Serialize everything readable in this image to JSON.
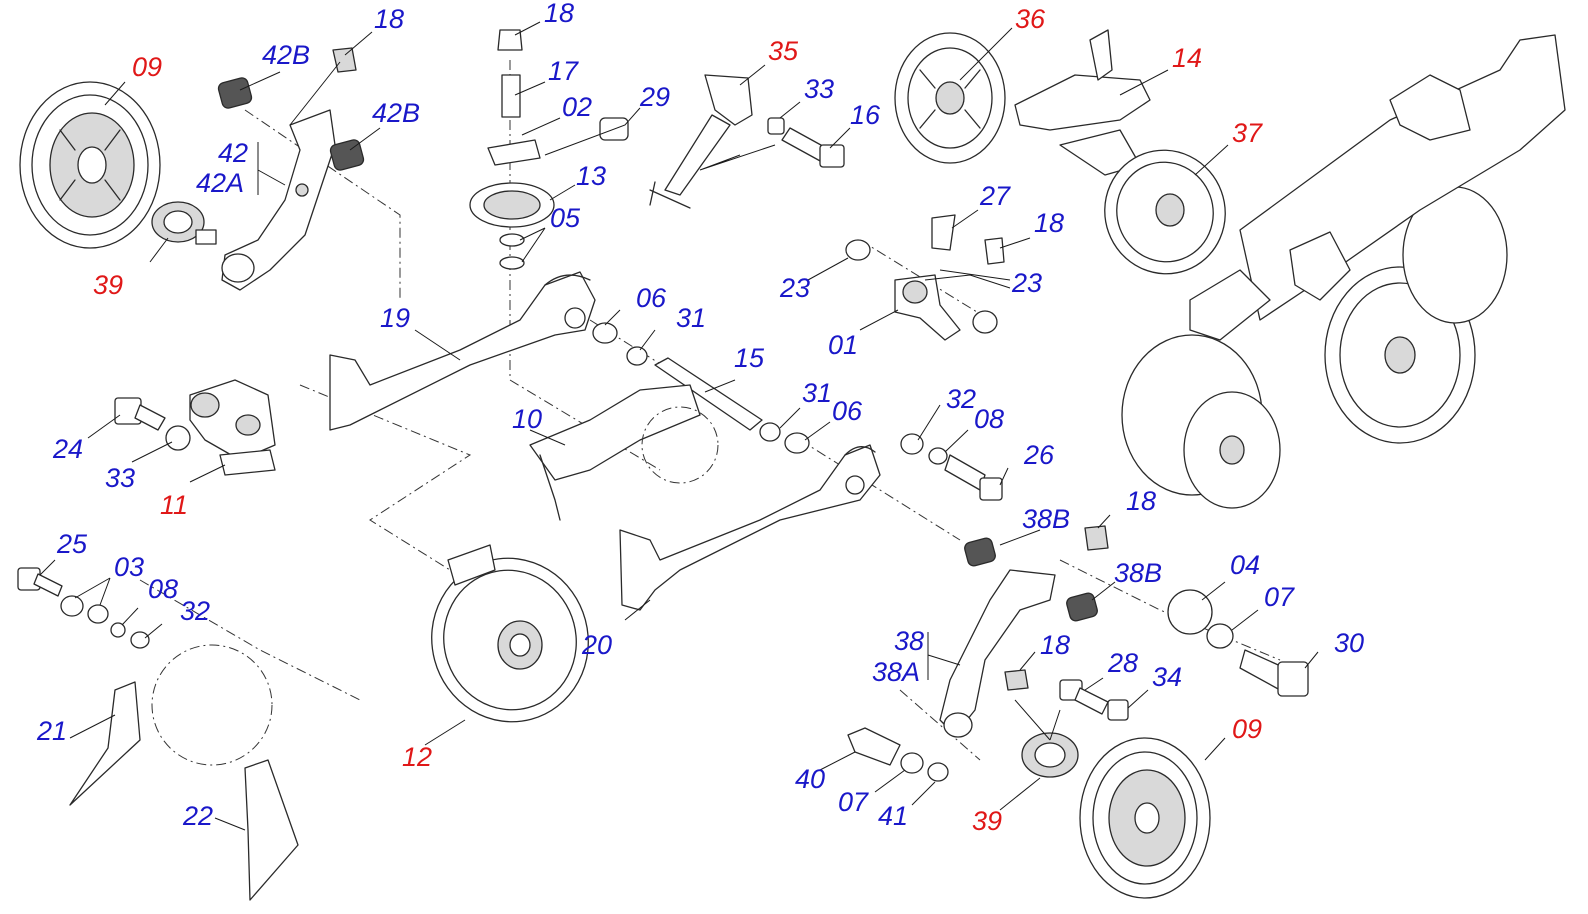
{
  "colors": {
    "standard_label": "#1a18c9",
    "highlight_label": "#e01818",
    "line": "#2a2a2a"
  },
  "callouts": [
    {
      "id": "c-09-top",
      "text": "09",
      "color": "highlight"
    },
    {
      "id": "c-39-top",
      "text": "39",
      "color": "highlight"
    },
    {
      "id": "c-18-a",
      "text": "18",
      "color": "standard"
    },
    {
      "id": "c-42b-a",
      "text": "42B",
      "color": "standard"
    },
    {
      "id": "c-42b-b",
      "text": "42B",
      "color": "standard"
    },
    {
      "id": "c-42",
      "text": "42",
      "color": "standard"
    },
    {
      "id": "c-42a",
      "text": "42A",
      "color": "standard"
    },
    {
      "id": "c-18-b",
      "text": "18",
      "color": "standard"
    },
    {
      "id": "c-17",
      "text": "17",
      "color": "standard"
    },
    {
      "id": "c-02",
      "text": "02",
      "color": "standard"
    },
    {
      "id": "c-29",
      "text": "29",
      "color": "standard"
    },
    {
      "id": "c-13",
      "text": "13",
      "color": "standard"
    },
    {
      "id": "c-05",
      "text": "05",
      "color": "standard"
    },
    {
      "id": "c-35",
      "text": "35",
      "color": "highlight"
    },
    {
      "id": "c-33-a",
      "text": "33",
      "color": "standard"
    },
    {
      "id": "c-16",
      "text": "16",
      "color": "standard"
    },
    {
      "id": "c-36",
      "text": "36",
      "color": "highlight"
    },
    {
      "id": "c-14",
      "text": "14",
      "color": "highlight"
    },
    {
      "id": "c-37",
      "text": "37",
      "color": "highlight"
    },
    {
      "id": "c-27",
      "text": "27",
      "color": "standard"
    },
    {
      "id": "c-18-c",
      "text": "18",
      "color": "standard"
    },
    {
      "id": "c-23-a",
      "text": "23",
      "color": "standard"
    },
    {
      "id": "c-23-b",
      "text": "23",
      "color": "standard"
    },
    {
      "id": "c-01",
      "text": "01",
      "color": "standard"
    },
    {
      "id": "c-19",
      "text": "19",
      "color": "standard"
    },
    {
      "id": "c-06-a",
      "text": "06",
      "color": "standard"
    },
    {
      "id": "c-31-a",
      "text": "31",
      "color": "standard"
    },
    {
      "id": "c-15",
      "text": "15",
      "color": "standard"
    },
    {
      "id": "c-24",
      "text": "24",
      "color": "standard"
    },
    {
      "id": "c-33-b",
      "text": "33",
      "color": "standard"
    },
    {
      "id": "c-11",
      "text": "11",
      "color": "highlight"
    },
    {
      "id": "c-10",
      "text": "10",
      "color": "standard"
    },
    {
      "id": "c-31-b",
      "text": "31",
      "color": "standard"
    },
    {
      "id": "c-06-b",
      "text": "06",
      "color": "standard"
    },
    {
      "id": "c-32-a",
      "text": "32",
      "color": "standard"
    },
    {
      "id": "c-08-a",
      "text": "08",
      "color": "standard"
    },
    {
      "id": "c-26",
      "text": "26",
      "color": "standard"
    },
    {
      "id": "c-38b-a",
      "text": "38B",
      "color": "standard"
    },
    {
      "id": "c-18-d",
      "text": "18",
      "color": "standard"
    },
    {
      "id": "c-38b-b",
      "text": "38B",
      "color": "standard"
    },
    {
      "id": "c-04",
      "text": "04",
      "color": "standard"
    },
    {
      "id": "c-07-a",
      "text": "07",
      "color": "standard"
    },
    {
      "id": "c-30",
      "text": "30",
      "color": "standard"
    },
    {
      "id": "c-25",
      "text": "25",
      "color": "standard"
    },
    {
      "id": "c-03",
      "text": "03",
      "color": "standard"
    },
    {
      "id": "c-08-b",
      "text": "08",
      "color": "standard"
    },
    {
      "id": "c-32-b",
      "text": "32",
      "color": "standard"
    },
    {
      "id": "c-20",
      "text": "20",
      "color": "standard"
    },
    {
      "id": "c-38",
      "text": "38",
      "color": "standard"
    },
    {
      "id": "c-38a",
      "text": "38A",
      "color": "standard"
    },
    {
      "id": "c-18-e",
      "text": "18",
      "color": "standard"
    },
    {
      "id": "c-28",
      "text": "28",
      "color": "standard"
    },
    {
      "id": "c-34",
      "text": "34",
      "color": "standard"
    },
    {
      "id": "c-09-bottom",
      "text": "09",
      "color": "highlight"
    },
    {
      "id": "c-21",
      "text": "21",
      "color": "standard"
    },
    {
      "id": "c-12",
      "text": "12",
      "color": "highlight"
    },
    {
      "id": "c-40",
      "text": "40",
      "color": "standard"
    },
    {
      "id": "c-07-b",
      "text": "07",
      "color": "standard"
    },
    {
      "id": "c-41",
      "text": "41",
      "color": "standard"
    },
    {
      "id": "c-39-bottom",
      "text": "39",
      "color": "highlight"
    },
    {
      "id": "c-22",
      "text": "22",
      "color": "standard"
    }
  ]
}
